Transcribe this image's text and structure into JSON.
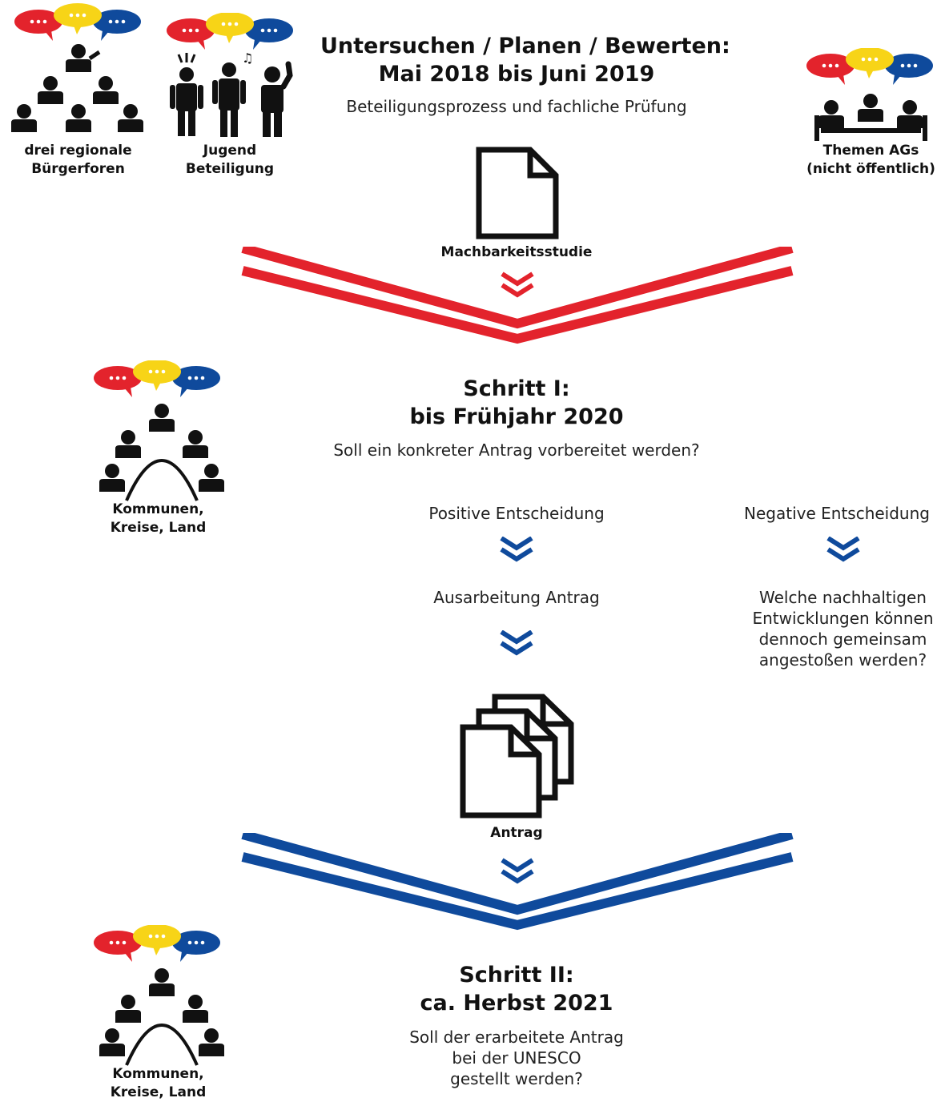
{
  "colors": {
    "red": "#e3232c",
    "yellow": "#f7d417",
    "blue": "#0f4a9c",
    "black": "#111111"
  },
  "header": {
    "title_line1": "Untersuchen / Planen / Bewerten:",
    "title_line2": "Mai 2018 bis Juni 2019",
    "subtitle": "Beteiligungsprozess und fachliche Prüfung"
  },
  "groups": {
    "foren_line1": "drei regionale",
    "foren_line2": "Bürgerforen",
    "jugend_line1": "Jugend",
    "jugend_line2": "Beteiligung",
    "ags_line1": "Themen AGs",
    "ags_line2": "(nicht öffentlich)"
  },
  "study": {
    "label": "Machbarkeitsstudie"
  },
  "step1": {
    "title_line1": "Schritt I:",
    "title_line2": "bis Frühjahr 2020",
    "question": "Soll ein konkreter Antrag vorbereitet werden?",
    "actors_line1": "Kommunen,",
    "actors_line2": "Kreise, Land",
    "positive": "Positive Entscheidung",
    "negative": "Negative Entscheidung",
    "elaboration": "Ausarbeitung Antrag",
    "alt_line1": "Welche nachhaltigen",
    "alt_line2": "Entwicklungen können",
    "alt_line3": "dennoch gemeinsam",
    "alt_line4": "angestoßen werden?"
  },
  "application": {
    "label": "Antrag"
  },
  "step2": {
    "title_line1": "Schritt II:",
    "title_line2": "ca. Herbst 2021",
    "q_line1": "Soll der erarbeitete Antrag",
    "q_line2": "bei der UNESCO",
    "q_line3": "gestellt werden?",
    "actors_line1": "Kommunen,",
    "actors_line2": "Kreise, Land"
  },
  "icons": [
    "speech-bubbles-icon",
    "people-group-icon",
    "youth-group-icon",
    "meeting-table-icon",
    "document-icon",
    "documents-stack-icon",
    "arch-group-icon",
    "double-chevron-down-icon"
  ]
}
